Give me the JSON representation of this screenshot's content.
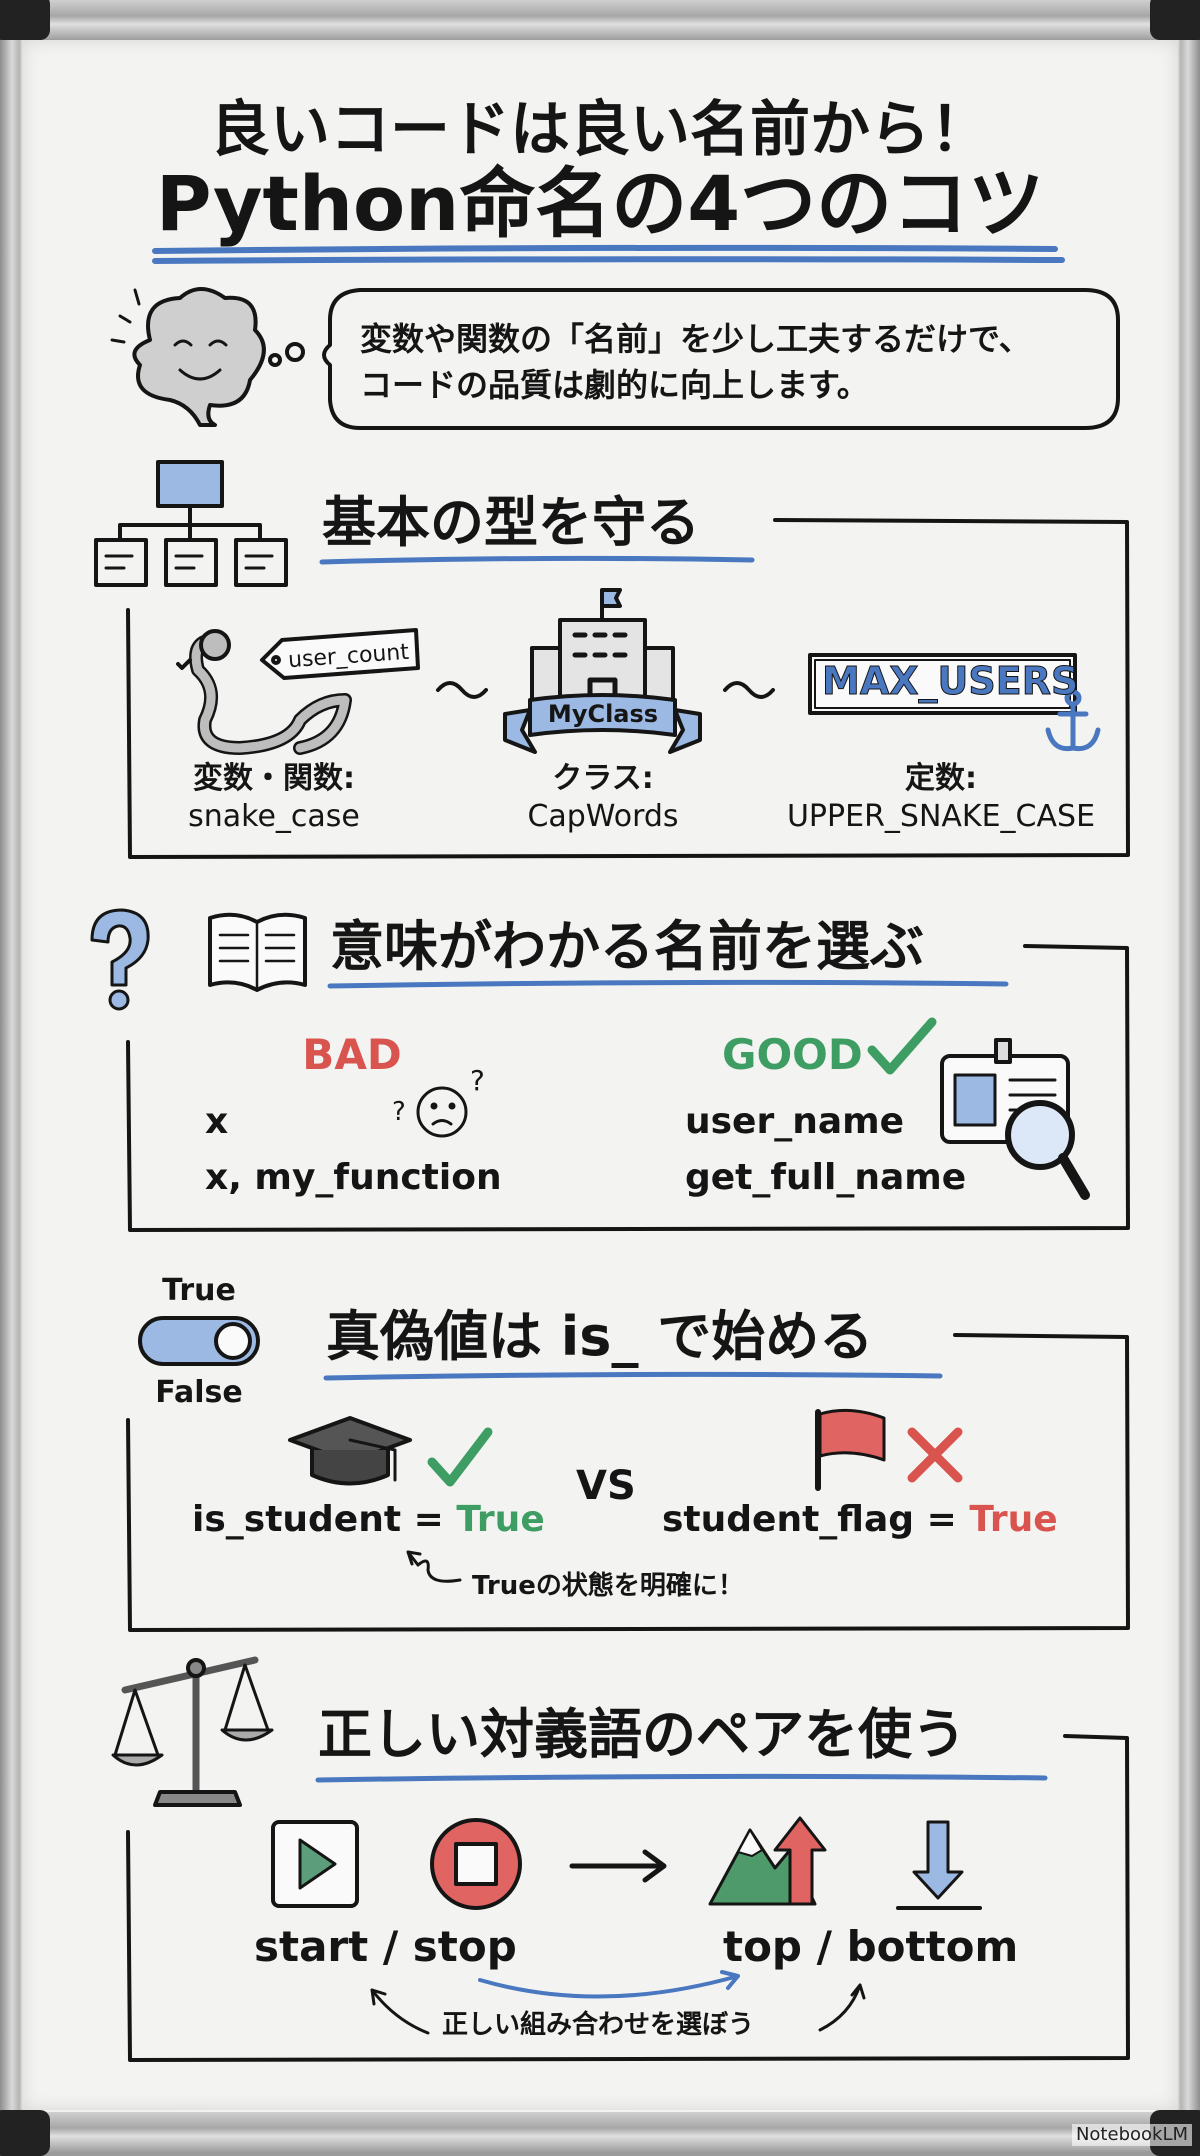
{
  "title": {
    "line1": "良いコードは良い名前から！",
    "line2": "Python命名の4つのコツ"
  },
  "intro": {
    "line1": "変数や関数の「名前」を少し工夫するだけで、",
    "line2": "コードの品質は劇的に向上します。"
  },
  "sections": [
    {
      "heading": "基本の型を守る",
      "items": [
        {
          "tag": "user_count",
          "label": "変数・関数:",
          "style": "snake_case",
          "icon": "snake-icon"
        },
        {
          "tag": "MyClass",
          "label": "クラス:",
          "style": "CapWords",
          "icon": "building-icon"
        },
        {
          "tag": "MAX_USERS",
          "label": "定数:",
          "style": "UPPER_SNAKE_CASE",
          "icon": "anchor-icon"
        }
      ],
      "separator": "~"
    },
    {
      "heading": "意味がわかる名前を選ぶ",
      "bad": {
        "label": "BAD",
        "examples": [
          "x",
          "x, my_function"
        ]
      },
      "good": {
        "label": "GOOD",
        "examples": [
          "user_name",
          "get_full_name"
        ]
      }
    },
    {
      "heading": "真偽値は is_ で始める",
      "toggle": {
        "on": "True",
        "off": "False"
      },
      "good": {
        "name": "is_student",
        "eq": "=",
        "value": "True"
      },
      "vs": "VS",
      "bad": {
        "name": "student_flag",
        "eq": "=",
        "value": "True"
      },
      "note": "Trueの状態を明確に！"
    },
    {
      "heading": "正しい対義語のペアを使う",
      "pair1": "start / stop",
      "pair2": "top / bottom",
      "note": "正しい組み合わせを選ぼう"
    }
  ],
  "watermark": "NotebookLM",
  "colors": {
    "blue": "#4a78c0",
    "red": "#d9534f",
    "green": "#3e9d62",
    "ink": "#151515"
  }
}
